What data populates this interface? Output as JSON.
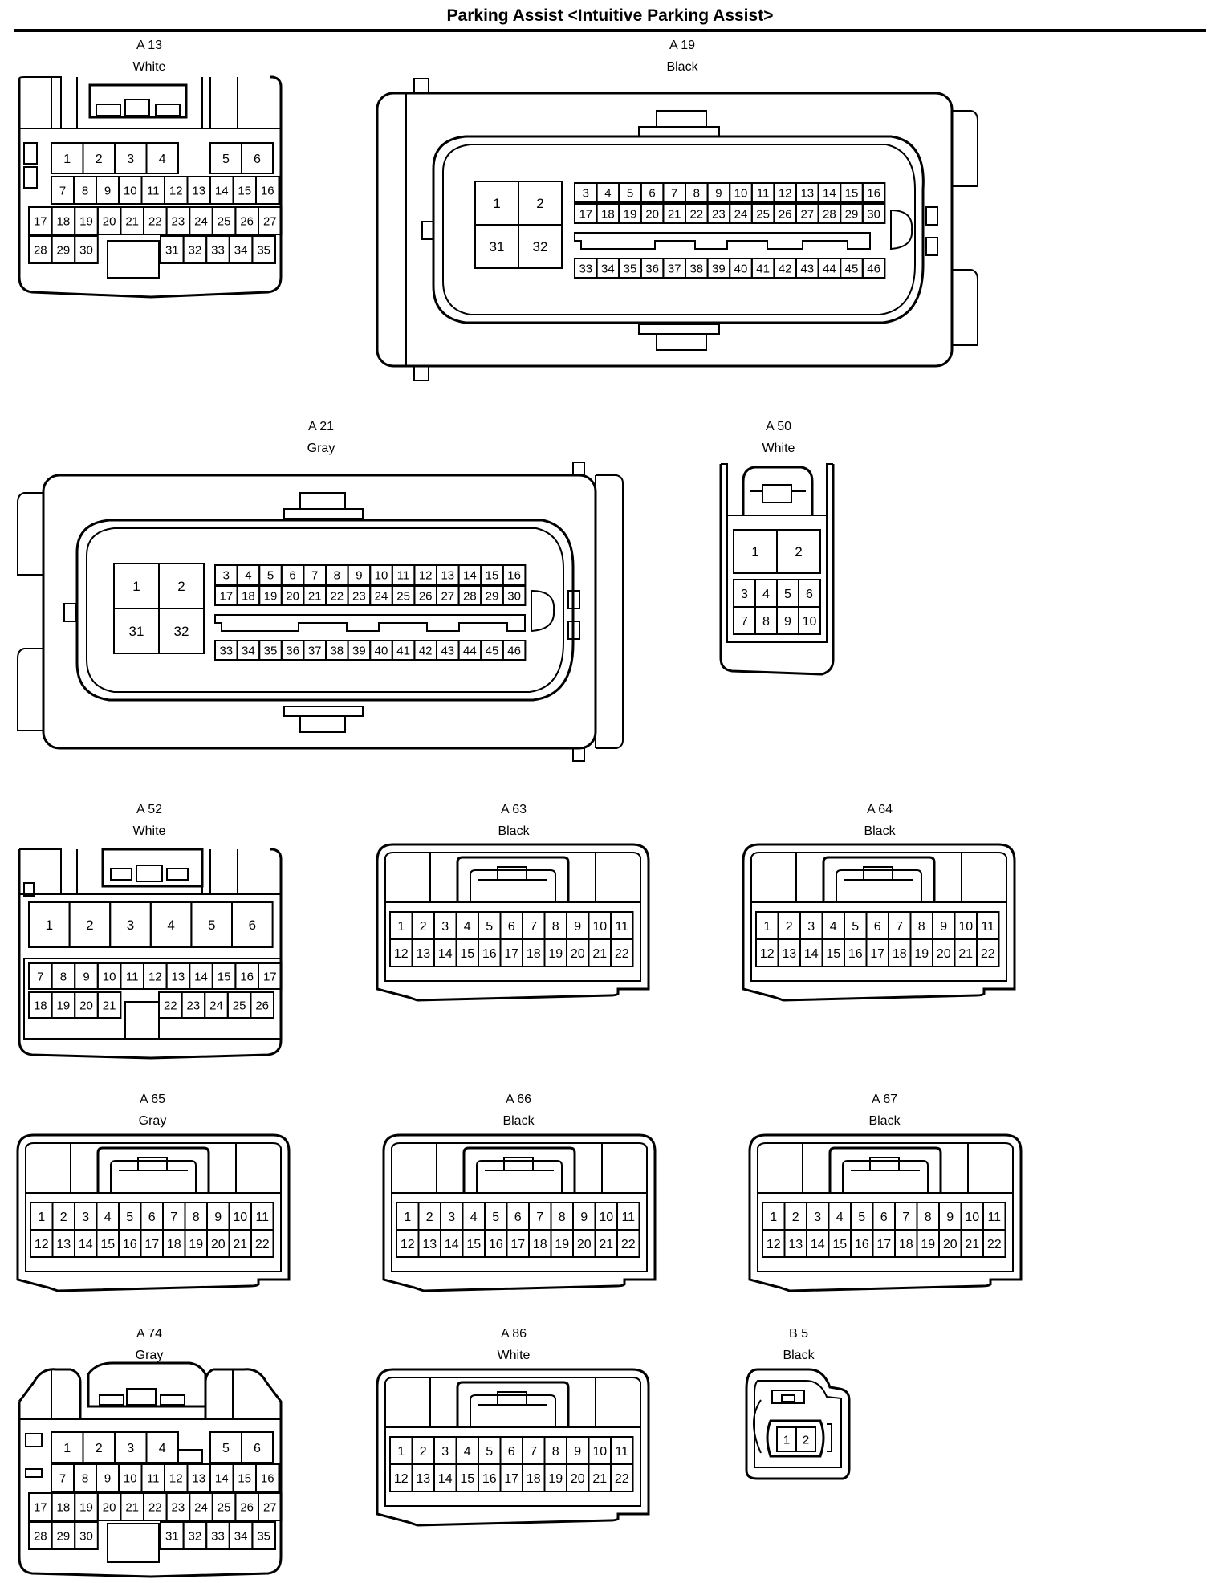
{
  "title": "Parking Assist <Intuitive Parking Assist>",
  "connectors": [
    {
      "id": "A13",
      "code": "A 13",
      "color": "White"
    },
    {
      "id": "A19",
      "code": "A 19",
      "color": "Black"
    },
    {
      "id": "A21",
      "code": "A 21",
      "color": "Gray"
    },
    {
      "id": "A50",
      "code": "A 50",
      "color": "White"
    },
    {
      "id": "A52",
      "code": "A 52",
      "color": "White"
    },
    {
      "id": "A63",
      "code": "A 63",
      "color": "Black"
    },
    {
      "id": "A64",
      "code": "A 64",
      "color": "Black"
    },
    {
      "id": "A65",
      "code": "A 65",
      "color": "Gray"
    },
    {
      "id": "A66",
      "code": "A 66",
      "color": "Black"
    },
    {
      "id": "A67",
      "code": "A 67",
      "color": "Black"
    },
    {
      "id": "A74",
      "code": "A 74",
      "color": "Gray"
    },
    {
      "id": "A86",
      "code": "A 86",
      "color": "White"
    },
    {
      "id": "B5",
      "code": "B 5",
      "color": "Black"
    }
  ]
}
